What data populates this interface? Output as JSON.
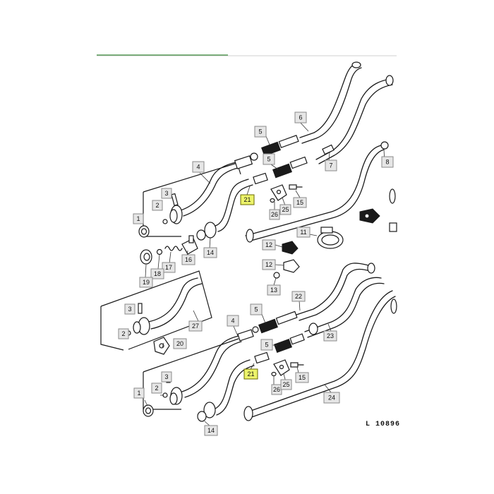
{
  "diagram": {
    "reference_code": "L 10896",
    "highlight_color": "#ecf36a",
    "accent_line_color": "#3a8a3a",
    "callouts": [
      {
        "id": "c1a",
        "label": "1",
        "highlight": false
      },
      {
        "id": "c2a",
        "label": "2",
        "highlight": false
      },
      {
        "id": "c3a",
        "label": "3",
        "highlight": false
      },
      {
        "id": "c4a",
        "label": "4",
        "highlight": false
      },
      {
        "id": "c5a",
        "label": "5",
        "highlight": false
      },
      {
        "id": "c5b",
        "label": "5",
        "highlight": false
      },
      {
        "id": "c6",
        "label": "6",
        "highlight": false
      },
      {
        "id": "c7",
        "label": "7",
        "highlight": false
      },
      {
        "id": "c8",
        "label": "8",
        "highlight": false
      },
      {
        "id": "c21a",
        "label": "21",
        "highlight": true
      },
      {
        "id": "c26a",
        "label": "26",
        "highlight": false
      },
      {
        "id": "c25a",
        "label": "25",
        "highlight": false
      },
      {
        "id": "c15a",
        "label": "15",
        "highlight": false
      },
      {
        "id": "c14a",
        "label": "14",
        "highlight": false
      },
      {
        "id": "c11",
        "label": "11",
        "highlight": false
      },
      {
        "id": "c12a",
        "label": "12",
        "highlight": false
      },
      {
        "id": "c12b",
        "label": "12",
        "highlight": false
      },
      {
        "id": "c13",
        "label": "13",
        "highlight": false
      },
      {
        "id": "c16",
        "label": "16",
        "highlight": false
      },
      {
        "id": "c17",
        "label": "17",
        "highlight": false
      },
      {
        "id": "c18",
        "label": "18",
        "highlight": false
      },
      {
        "id": "c19",
        "label": "19",
        "highlight": false
      },
      {
        "id": "c3b",
        "label": "3",
        "highlight": false
      },
      {
        "id": "c27",
        "label": "27",
        "highlight": false
      },
      {
        "id": "c2b",
        "label": "2",
        "highlight": false
      },
      {
        "id": "c20",
        "label": "20",
        "highlight": false
      },
      {
        "id": "c4b",
        "label": "4",
        "highlight": false
      },
      {
        "id": "c5c",
        "label": "5",
        "highlight": false
      },
      {
        "id": "c22",
        "label": "22",
        "highlight": false
      },
      {
        "id": "c23",
        "label": "23",
        "highlight": false
      },
      {
        "id": "c5d",
        "label": "5",
        "highlight": false
      },
      {
        "id": "c21b",
        "label": "21",
        "highlight": true
      },
      {
        "id": "c26b",
        "label": "26",
        "highlight": false
      },
      {
        "id": "c25b",
        "label": "25",
        "highlight": false
      },
      {
        "id": "c15b",
        "label": "15",
        "highlight": false
      },
      {
        "id": "c3c",
        "label": "3",
        "highlight": false
      },
      {
        "id": "c2c",
        "label": "2",
        "highlight": false
      },
      {
        "id": "c1b",
        "label": "1",
        "highlight": false
      },
      {
        "id": "c14b",
        "label": "14",
        "highlight": false
      },
      {
        "id": "c24",
        "label": "24",
        "highlight": false
      }
    ]
  }
}
